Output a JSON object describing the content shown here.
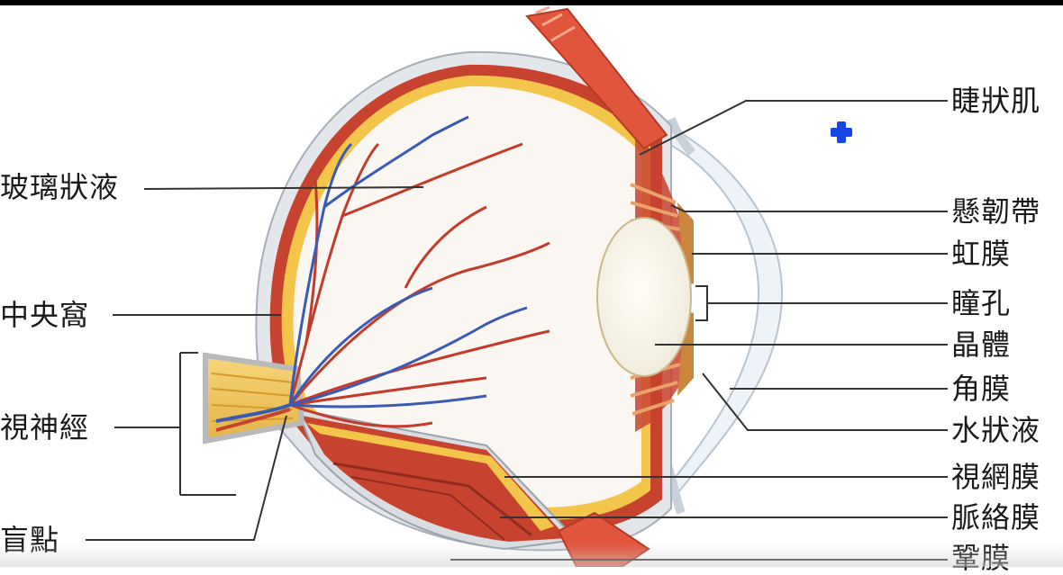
{
  "diagram": {
    "labels": {
      "ciliary_muscle": "睫狀肌",
      "vitreous_humor": "玻璃狀液",
      "suspensory_ligament": "懸韌帶",
      "iris": "虹膜",
      "fovea": "中央窩",
      "pupil": "瞳孔",
      "lens": "晶體",
      "optic_nerve": "視神經",
      "cornea": "角膜",
      "aqueous_humor": "水狀液",
      "retina": "視網膜",
      "choroid": "脈絡膜",
      "blind_spot": "盲點",
      "sclera": "鞏膜"
    }
  },
  "overlay": {
    "cursor_icon": "blue-plus-cursor-icon",
    "cursor_color": "#1646e6"
  }
}
